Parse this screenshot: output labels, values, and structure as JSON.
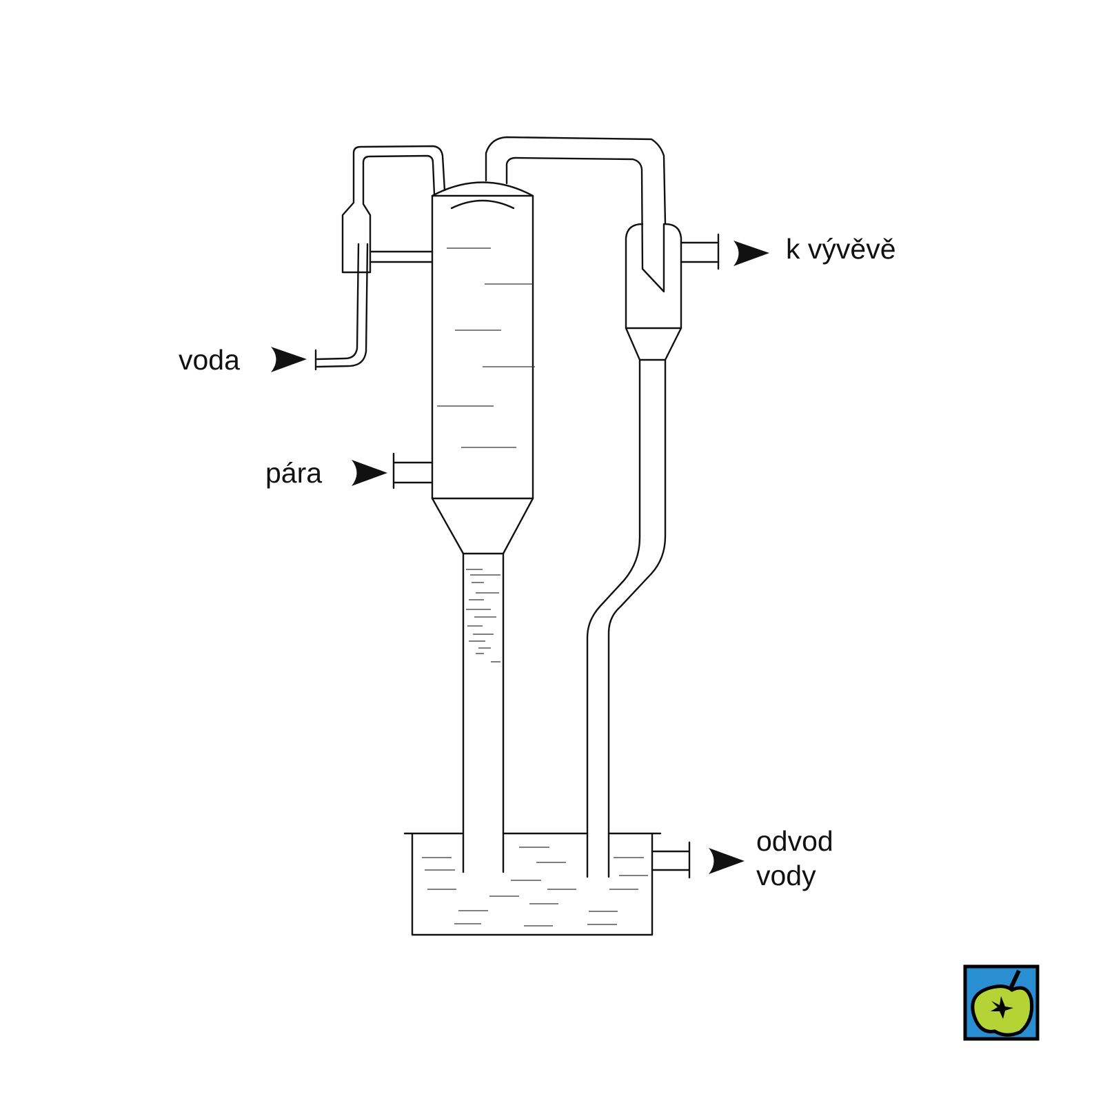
{
  "labels": {
    "water_in": "voda",
    "steam_in": "pára",
    "vacuum_out": "k vývěvě",
    "water_out_line1": "odvod",
    "water_out_line2": "vody"
  },
  "colors": {
    "logo_blue": "#2a8fd2",
    "logo_green": "#b6d335",
    "line": "#111111"
  },
  "icons": [
    "arrow-icon",
    "apple-logo-icon"
  ]
}
